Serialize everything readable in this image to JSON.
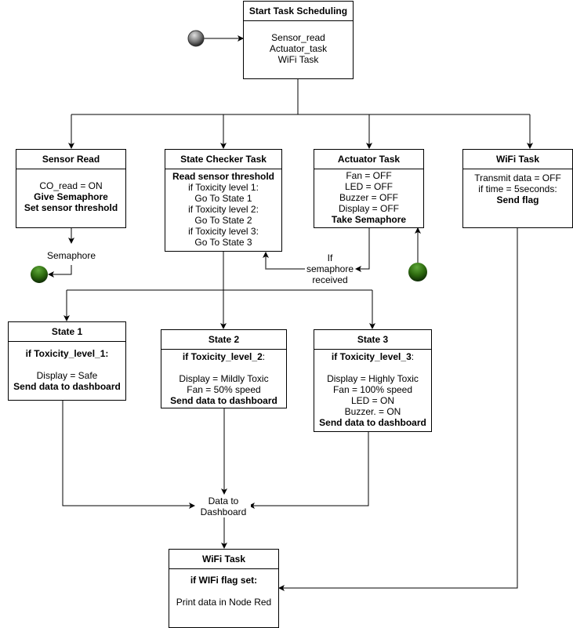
{
  "diagram": {
    "start_task_scheduling": {
      "title": "Start Task Scheduling",
      "lines": [
        "Sensor_read",
        "Actuator_task",
        "WiFi Task"
      ]
    },
    "sensor_read": {
      "title": "Sensor Read",
      "lines": [
        {
          "text": "CO_read = ON",
          "bold": false
        },
        {
          "text": "Give Semaphore",
          "bold": true
        },
        {
          "text": "Set sensor threshold",
          "bold": true
        }
      ]
    },
    "state_checker_task": {
      "title": "State Checker Task",
      "lines": [
        {
          "text": "Read sensor threshold",
          "bold": true
        },
        {
          "text": "if Toxicity level 1:",
          "bold": false
        },
        {
          "text": "Go To State 1",
          "bold": false
        },
        {
          "text": "if Toxicity level 2:",
          "bold": false
        },
        {
          "text": "Go To State 2",
          "bold": false
        },
        {
          "text": "if Toxicity level 3:",
          "bold": false
        },
        {
          "text": "Go To State 3",
          "bold": false
        }
      ]
    },
    "actuator_task": {
      "title": "Actuator Task",
      "lines": [
        {
          "text": "Fan = OFF",
          "bold": false
        },
        {
          "text": "LED = OFF",
          "bold": false
        },
        {
          "text": "Buzzer = OFF",
          "bold": false
        },
        {
          "text": "Display = OFF",
          "bold": false
        },
        {
          "text": "Take Semaphore",
          "bold": true
        }
      ]
    },
    "wifi_task_top": {
      "title": "WiFi Task",
      "lines": [
        {
          "text": "Transmit data = OFF",
          "bold": false
        },
        {
          "text": "if time = 5seconds:",
          "bold": false
        },
        {
          "text": "Send flag",
          "bold": true
        }
      ]
    },
    "state_1": {
      "title": "State 1",
      "condition": "if Toxicity_level_1:",
      "lines": [
        {
          "text": "Display = Safe",
          "bold": false
        },
        {
          "text": "Send data to dashboard",
          "bold": true
        }
      ]
    },
    "state_2": {
      "title": "State 2",
      "condition": "if Toxicity_level_2",
      "condition_suffix": ":",
      "lines": [
        {
          "text": "Display = Mildly Toxic",
          "bold": false
        },
        {
          "text": "Fan = 50% speed",
          "bold": false
        },
        {
          "text": "Send data to dashboard",
          "bold": true
        }
      ]
    },
    "state_3": {
      "title": "State 3",
      "condition": "if Toxicity_level_3",
      "condition_suffix": ":",
      "lines": [
        {
          "text": "Display = Highly Toxic",
          "bold": false
        },
        {
          "text": "Fan = 100% speed",
          "bold": false
        },
        {
          "text": "LED = ON",
          "bold": false
        },
        {
          "text": "Buzzer. = ON",
          "bold": false
        },
        {
          "text": "Send data to dashboard",
          "bold": true
        }
      ]
    },
    "wifi_task_bottom": {
      "title": "WiFi Task",
      "condition": "if WIFi flag set:",
      "lines": [
        {
          "text": "Print data in Node Red",
          "bold": false
        }
      ]
    },
    "labels": {
      "semaphore": "Semaphore",
      "if_semaphore_received": [
        "If",
        "semaphore",
        "received"
      ],
      "data_to_dashboard": [
        "Data to",
        "Dashboard"
      ]
    },
    "colors": {
      "line": "#000000",
      "gray_line": "#666666",
      "start_node": "#555555",
      "end_node": "#2e6b0f"
    }
  }
}
